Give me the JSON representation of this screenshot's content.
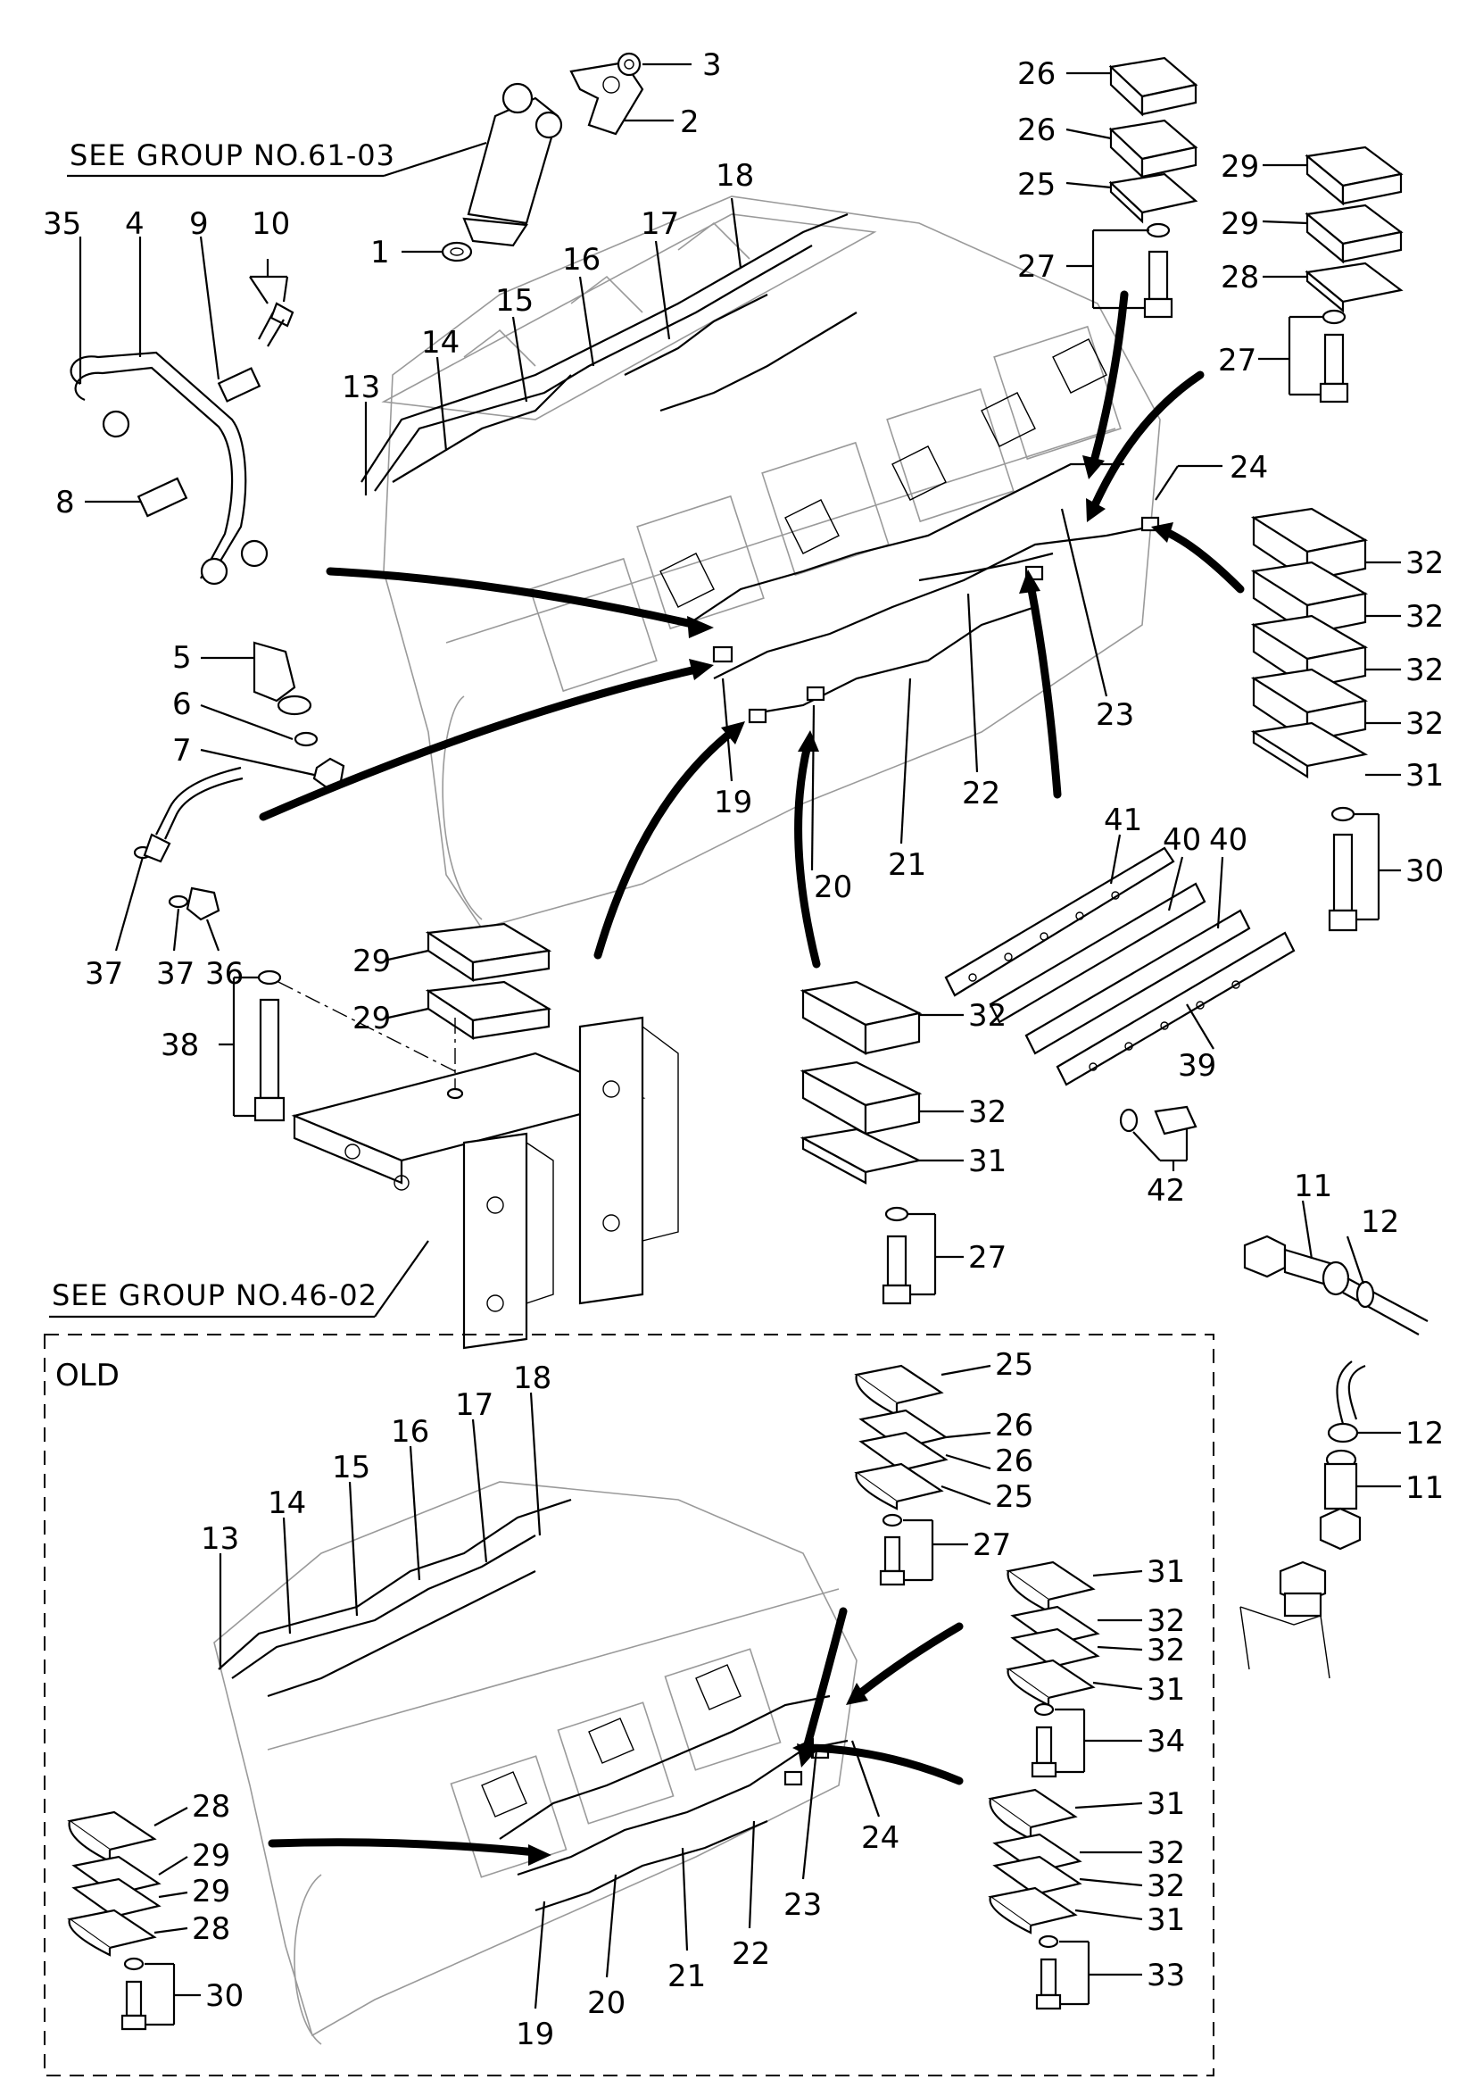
{
  "labels": {
    "n1": "1",
    "n2": "2",
    "n3": "3",
    "n4": "4",
    "n5": "5",
    "n6": "6",
    "n7": "7",
    "n8": "8",
    "n9": "9",
    "n10": "10",
    "n11": "11",
    "n12": "12",
    "n13": "13",
    "n14": "14",
    "n15": "15",
    "n16": "16",
    "n17": "17",
    "n18": "18",
    "n19": "19",
    "n20": "20",
    "n21": "21",
    "n22": "22",
    "n23": "23",
    "n24": "24",
    "n25": "25",
    "n26": "26",
    "n27": "27",
    "n28": "28",
    "n29": "29",
    "n30": "30",
    "n31": "31",
    "n32": "32",
    "n33": "33",
    "n34": "34",
    "n35": "35",
    "n36": "36",
    "n37": "37",
    "n38": "38",
    "n39": "39",
    "n40": "40",
    "n41": "41",
    "n42": "42"
  },
  "references": {
    "group_61_03": "SEE GROUP NO.61-03",
    "group_46_02": "SEE GROUP NO.46-02"
  },
  "old_section": {
    "label": "OLD"
  }
}
